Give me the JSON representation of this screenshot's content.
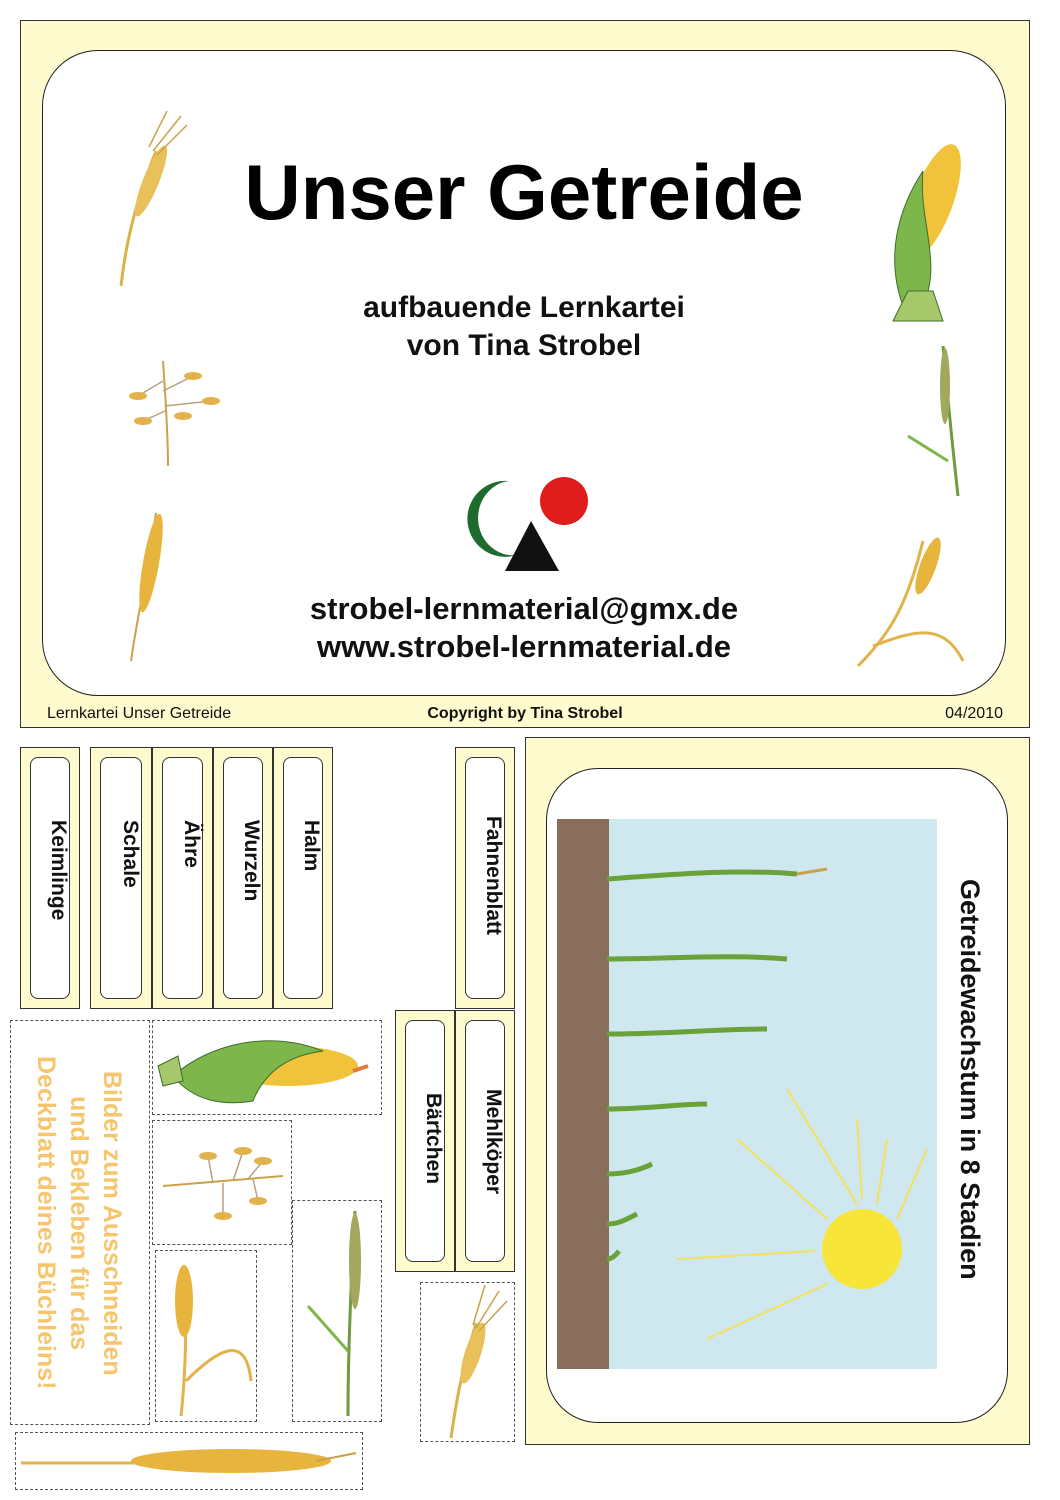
{
  "title_card": {
    "title": "Unser Getreide",
    "subtitle_line1": "aufbauende Lernkartei",
    "subtitle_line2": "von Tina Strobel",
    "email": "strobel-lernmaterial@gmx.de",
    "website": "www.strobel-lernmaterial.de",
    "footer_left": "Lernkartei  Unser Getreide",
    "footer_center": "Copyright by Tina Strobel",
    "footer_right": "04/2010"
  },
  "label_cards": [
    {
      "label": "Keimlinge"
    },
    {
      "label": "Schale"
    },
    {
      "label": "Ähre"
    },
    {
      "label": "Wurzeln"
    },
    {
      "label": "Halm"
    },
    {
      "label": "Fahnenblatt"
    },
    {
      "label": "Bärtchen"
    },
    {
      "label": "Mehlköper"
    }
  ],
  "cutout_note": {
    "line1": "Bilder zum Ausschneiden",
    "line2": "und  Bekleben für das",
    "line3": "Deckblatt deines Büchleins!"
  },
  "growth_card": {
    "label": "Getreidewachstum in 8 Stadien"
  },
  "colors": {
    "card_background": "#fefbcf",
    "note_text": "#f6c56c",
    "logo_green": "#1e6b2e",
    "logo_red": "#e01c1c",
    "logo_black": "#111111",
    "grain_yellow": "#e4b23a",
    "leaf_green": "#6aa23a",
    "sky_blue": "#b8dbe8",
    "soil_brown": "#8a6e5c",
    "sun_yellow": "#f8e53a"
  },
  "icons": [
    "wheat-ear-icon",
    "corn-cob-icon",
    "oat-icon",
    "logo-icon",
    "sun-icon",
    "seedling-icon"
  ]
}
